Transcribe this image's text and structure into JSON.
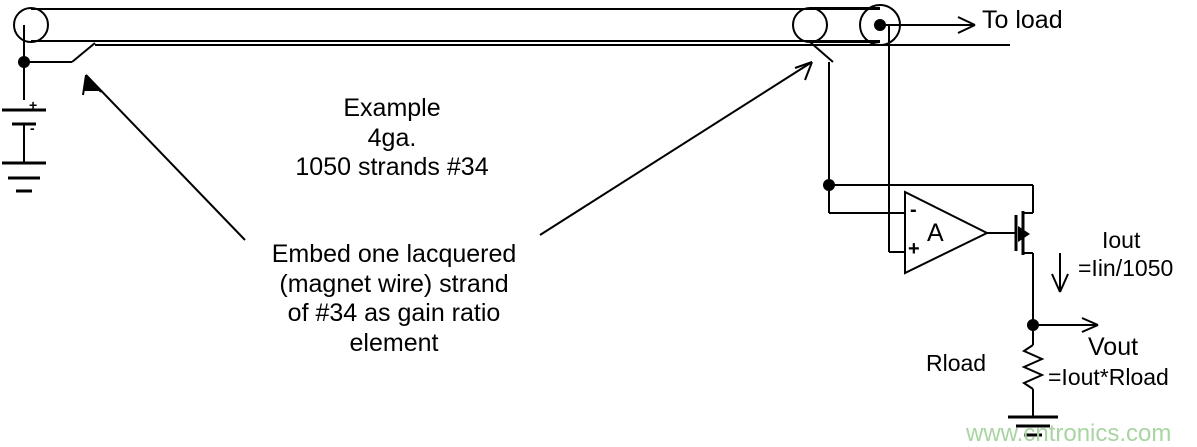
{
  "diagram": {
    "title": "Current sense transformer / strand-ratio current sensor schematic",
    "colors": {
      "line": "#000000",
      "text": "#000000",
      "background": "#ffffff",
      "watermark": "#a8d5a2"
    }
  },
  "labels": {
    "example_block": "Example\n4ga.\n1050 strands #34",
    "embed_block": "Embed one lacquered\n(magnet wire) strand\nof #34 as gain ratio\nelement",
    "to_load": "To load",
    "iout": "Iout",
    "iin_ratio": "=Iin/1050",
    "rload": "Rload",
    "vout": "Vout",
    "vout_equation": "=Iout*Rload",
    "opamp_symbol": "A",
    "opamp_inverting": "-",
    "opamp_noninverting": "+",
    "battery_positive": "+",
    "battery_negative": "-"
  },
  "watermark": {
    "text": "www.cntronics.com"
  },
  "components": {
    "left_cable_terminal": "cable-end-cylinder-left",
    "right_cable_terminal": "cable-end-cylinder-right",
    "battery": "dc-source",
    "ground_left": "earth-ground",
    "ground_right": "earth-ground",
    "opamp": "operational-amplifier",
    "mosfet": "n-channel-mosfet",
    "resistor": "rload-resistor",
    "junction_left": "node-dot",
    "junction_right": "node-dot",
    "junction_opamp": "node-dot",
    "junction_vout": "node-dot"
  }
}
